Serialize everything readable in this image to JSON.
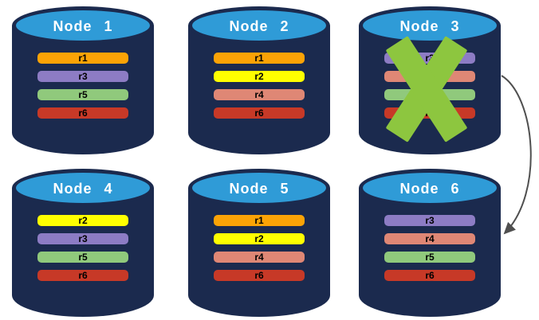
{
  "colors": {
    "canvas_bg": "#FFFFFF",
    "cylinder_body": "#1B2A4E",
    "cylinder_top_fill": "#2F9BD7",
    "title_text": "#FFFFFF",
    "bar_text": "#000000",
    "cross": "#8DC63F",
    "arrow": "#4F4F4F",
    "replica_palette": {
      "r1": "#FBA306",
      "r2": "#FFFF00",
      "r3": "#8D7CC4",
      "r4": "#DF8775",
      "r5": "#90C97C",
      "r6": "#C73927"
    }
  },
  "nodes": [
    {
      "title": "Node 1",
      "failed": false,
      "bars": [
        {
          "label": "r1",
          "color": "#FBA306"
        },
        {
          "label": "r3",
          "color": "#8D7CC4"
        },
        {
          "label": "r5",
          "color": "#90C97C"
        },
        {
          "label": "r6",
          "color": "#C73927"
        }
      ]
    },
    {
      "title": "Node 2",
      "failed": false,
      "bars": [
        {
          "label": "r1",
          "color": "#FBA306"
        },
        {
          "label": "r2",
          "color": "#FFFF00"
        },
        {
          "label": "r4",
          "color": "#DF8775"
        },
        {
          "label": "r6",
          "color": "#C73927"
        }
      ]
    },
    {
      "title": "Node 3",
      "failed": true,
      "bars": [
        {
          "label": "r3",
          "color": "#8D7CC4"
        },
        {
          "label": "r4",
          "color": "#DF8775"
        },
        {
          "label": "r5",
          "color": "#90C97C"
        },
        {
          "label": "r6",
          "color": "#C73927"
        }
      ]
    },
    {
      "title": "Node 4",
      "failed": false,
      "bars": [
        {
          "label": "r2",
          "color": "#FFFF00"
        },
        {
          "label": "r3",
          "color": "#8D7CC4"
        },
        {
          "label": "r5",
          "color": "#90C97C"
        },
        {
          "label": "r6",
          "color": "#C73927"
        }
      ]
    },
    {
      "title": "Node 5",
      "failed": false,
      "bars": [
        {
          "label": "r1",
          "color": "#FBA306"
        },
        {
          "label": "r2",
          "color": "#FFFF00"
        },
        {
          "label": "r4",
          "color": "#DF8775"
        },
        {
          "label": "r6",
          "color": "#C73927"
        }
      ]
    },
    {
      "title": "Node 6",
      "failed": false,
      "bars": [
        {
          "label": "r3",
          "color": "#8D7CC4"
        },
        {
          "label": "r4",
          "color": "#DF8775"
        },
        {
          "label": "r5",
          "color": "#90C97C"
        },
        {
          "label": "r6",
          "color": "#C73927"
        }
      ]
    }
  ],
  "arrow": {
    "from": "Node 3",
    "to": "Node 6"
  }
}
